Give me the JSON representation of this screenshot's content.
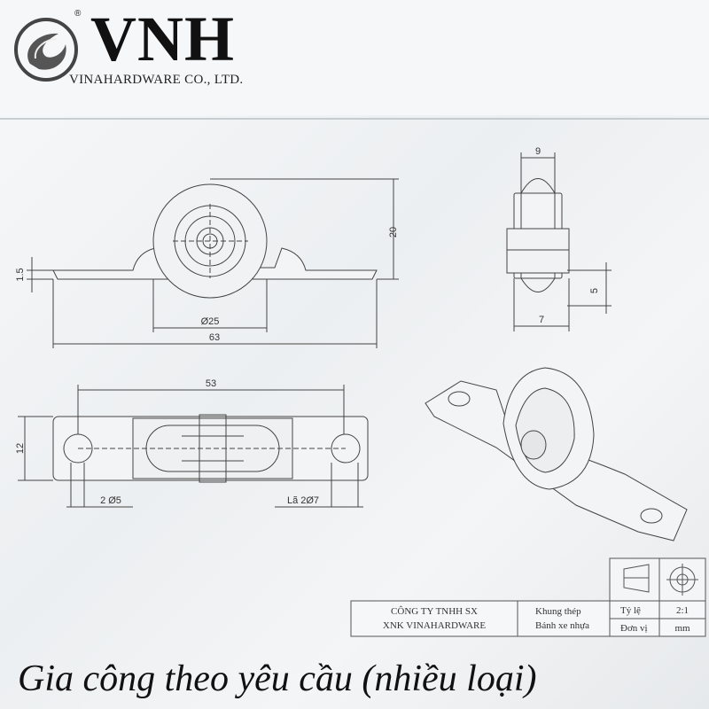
{
  "brand": {
    "name": "VNH",
    "registered": "®",
    "company": "VINAHARDWARE CO., LTD."
  },
  "dimensions": {
    "height_20": "20",
    "thickness_1_5": "1.5",
    "wheel_dia": "Ø25",
    "total_length": "63",
    "top_width": "9",
    "bottom_5": "5",
    "bottom_7": "7",
    "hole_spacing": "53",
    "plate_width": "12",
    "hole_left": "2 Ø5",
    "hole_right": "Lã 2Ø7"
  },
  "title_block": {
    "company_line1": "CÔNG TY TNHH SX",
    "company_line2": "XNK VINAHARDWARE",
    "material_line1": "Khung thép",
    "material_line2": "Bánh xe nhựa",
    "scale_label": "Tỷ lệ",
    "scale_value": "2:1",
    "unit_label": "Đơn vị",
    "unit_value": "mm"
  },
  "footer": "Gia công theo yêu cầu (nhiều loại)"
}
